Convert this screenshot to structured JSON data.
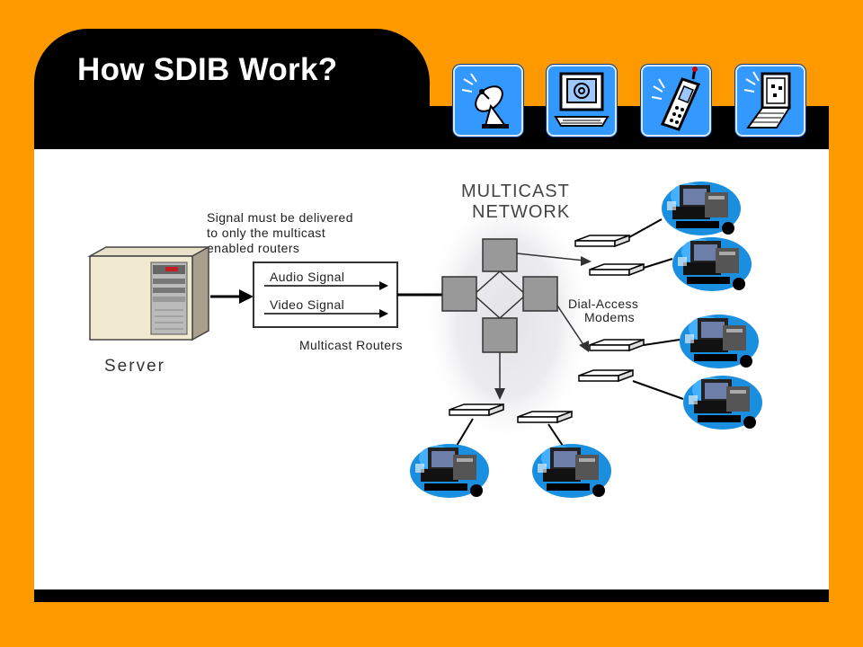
{
  "slide": {
    "title": "How SDIB Work?",
    "colors": {
      "background": "#FF9900",
      "banner": "#000000",
      "content": "#FFFFFF",
      "icon_tile": "#3399FF"
    },
    "header_icons": [
      "satellite-dish-icon",
      "computer-email-icon",
      "cell-phone-icon",
      "laptop-icon"
    ]
  },
  "diagram": {
    "network_title_line1": "MULTICAST",
    "network_title_line2": "NETWORK",
    "note_line1": "Signal must be delivered",
    "note_line2": "to only the multicast",
    "note_line3": "enabled routers",
    "audio_signal": "Audio Signal",
    "video_signal": "Video Signal",
    "server_label": "Server",
    "routers_label": "Multicast Routers",
    "modems_label_line1": "Dial-Access",
    "modems_label_line2": "Modems"
  }
}
